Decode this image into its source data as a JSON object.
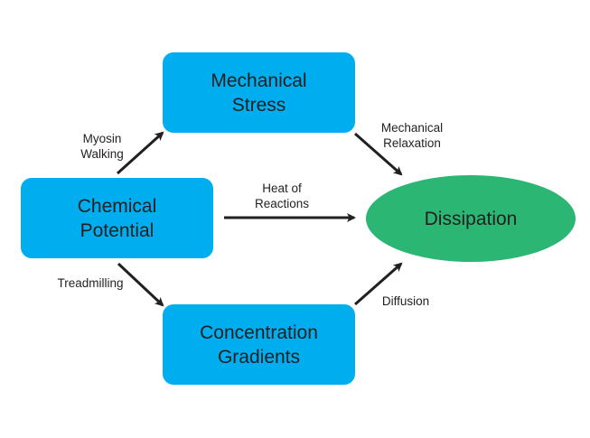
{
  "nodes": {
    "mechanical_stress": "Mechanical\nStress",
    "chemical_potential": "Chemical\nPotential",
    "concentration_gradients": "Concentration\nGradients",
    "dissipation": "Dissipation"
  },
  "edges": {
    "myosin_walking": "Myosin\nWalking",
    "heat_of_reactions": "Heat of\nReactions",
    "treadmilling": "Treadmilling",
    "mechanical_relaxation": "Mechanical\nRelaxation",
    "diffusion": "Diffusion"
  },
  "colors": {
    "box": "#00aeef",
    "ellipse": "#2bb673",
    "arrow": "#231f20"
  }
}
